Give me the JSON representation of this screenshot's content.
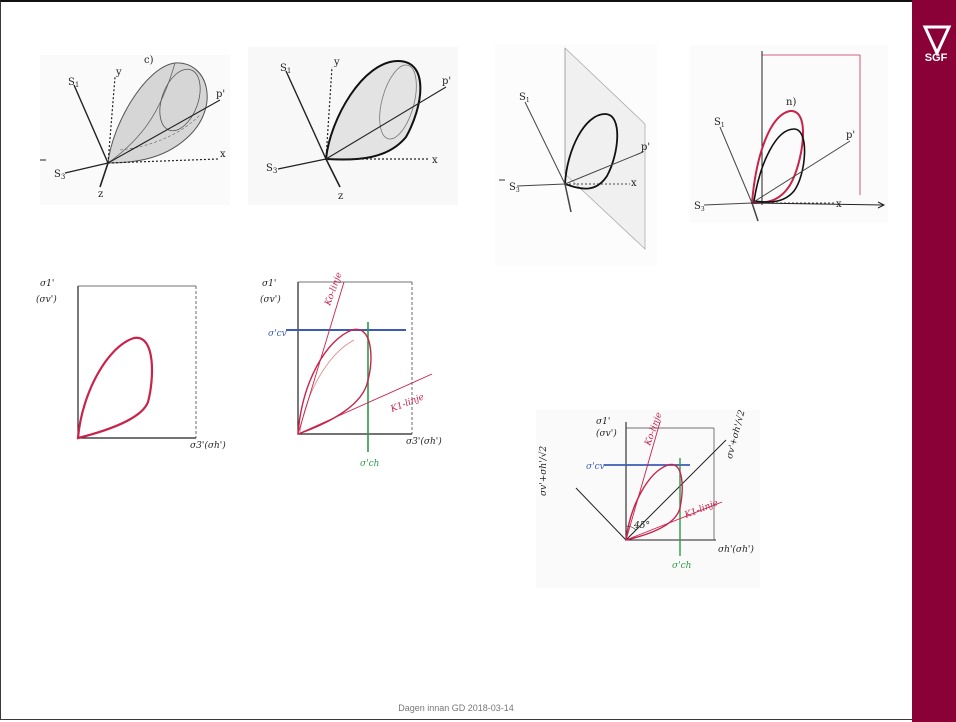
{
  "footer": {
    "text": "Dagen innan GD 2018-03-14"
  },
  "brand": {
    "logo_text": "SGF",
    "bar_color": "#8a0137",
    "logo_icon": "nabla-triangle-icon"
  },
  "sketch_a": {
    "s1": "S",
    "s1_sub": "1",
    "s3": "S",
    "s3_sub": "3",
    "y": "y",
    "z": "z",
    "x": "x",
    "p": "p'",
    "label": "c)"
  },
  "sketch_b": {
    "s1": "S",
    "s1_sub": "1",
    "s3": "S",
    "s3_sub": "3",
    "y": "y",
    "z": "z",
    "x": "x",
    "p": "p'"
  },
  "sketch_c": {
    "s1": "S",
    "s1_sub": "1",
    "s3": "S",
    "s3_sub": "3",
    "x": "x",
    "p": "p'"
  },
  "sketch_d": {
    "s1": "S",
    "s1_sub": "1",
    "s3": "S",
    "s3_sub": "3",
    "x": "x",
    "p": "p'",
    "label": "n)"
  },
  "sketch_e": {
    "ylabel": "σ1'",
    "ylabel2": "(σv')",
    "xlabel": "σ3'(σh')"
  },
  "sketch_f": {
    "ylabel": "σ1'",
    "ylabel2": "(σv')",
    "xlabel": "σ3'(σh')",
    "cv": "σ'cv",
    "ch": "σ'ch",
    "k_upper": "Ko-linje",
    "k_lower": "K1-linje"
  },
  "sketch_g": {
    "ylabel": "σ1'",
    "ylabel2": "(σv')",
    "xlabel": "σh'(σh')",
    "cv": "σ'cv",
    "ch": "σ'ch",
    "rot_left": "σv'+σh'/√2",
    "rot_right": "σv'+σh'/√2",
    "angle": "45°",
    "k_upper": "Ko-linje",
    "k_lower": "K1-linje"
  }
}
